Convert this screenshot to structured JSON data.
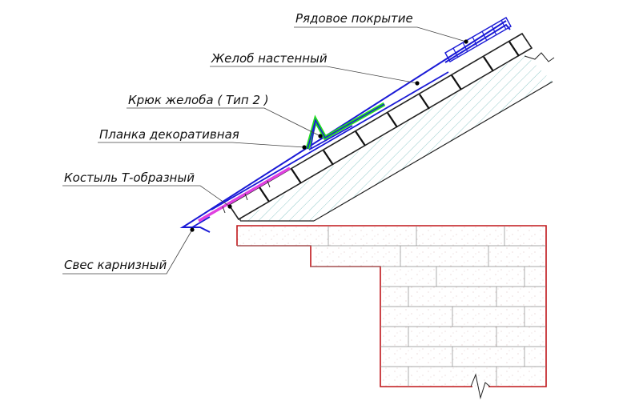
{
  "labels": {
    "ryadovoe": "Рядовое покрытие",
    "zhelob": "Желоб настенный",
    "kryuk": "Крюк желоба ( Тип 2 )",
    "planka": "Планка декоративная",
    "kostyl": "Костыль Т-образный",
    "svess": "Свес карнизный"
  },
  "colors": {
    "roof_blue": "#1a1ad6",
    "green": "#22dd22",
    "magenta": "#e040e0",
    "brick_red": "#c0161a",
    "hatch_cyan": "#4fa8a8",
    "board": "#222222"
  }
}
